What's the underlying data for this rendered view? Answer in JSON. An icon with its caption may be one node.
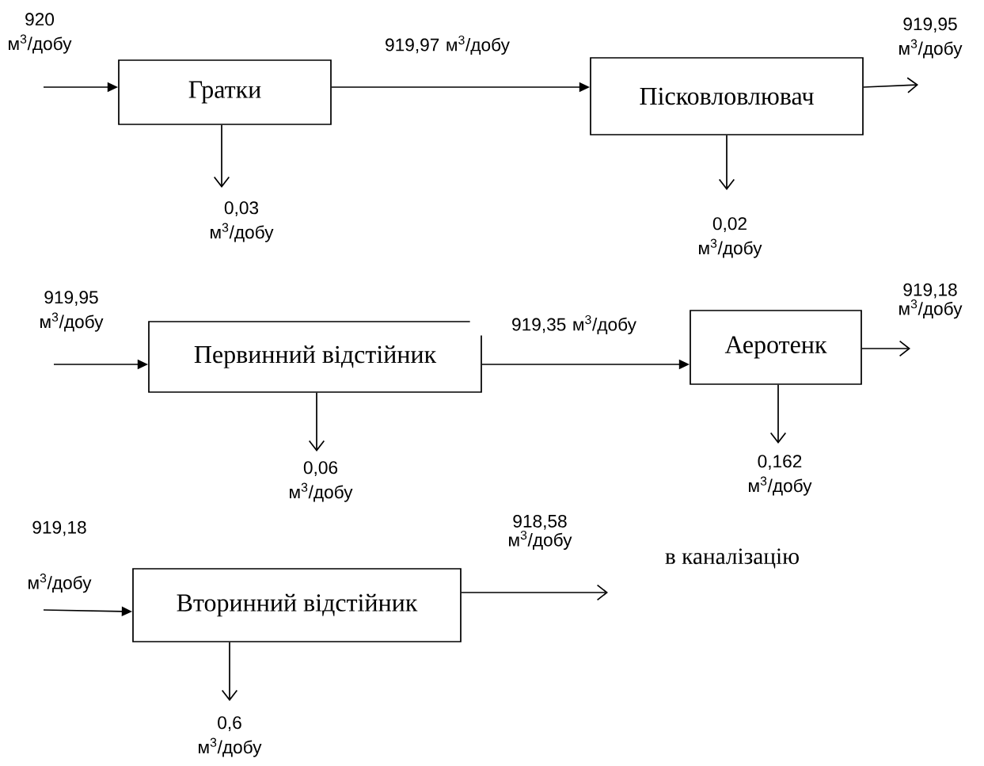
{
  "diagram": {
    "nodes": [
      {
        "text": [
          "Гратки"
        ]
      },
      {
        "text": [
          "Пісковловлювач"
        ]
      },
      {
        "text": [
          "Первинний відстійник"
        ]
      },
      {
        "text": [
          "Аеротенк"
        ]
      },
      {
        "text": [
          "Вторинний відстійник"
        ]
      }
    ],
    "edges": [
      {
        "from": null,
        "to": 0,
        "arrow": "to",
        "label": "920 м$^{3}$/добу"
      },
      {
        "from": 0,
        "to": 1,
        "arrow": "to",
        "label": "919,97 м$^{3}$/добу"
      },
      {
        "from": 0,
        "to": null,
        "arrow": "to",
        "label": "0,03 м$^{3}$/добу"
      },
      {
        "from": 1,
        "to": null,
        "arrow": "to",
        "label": "919,95 м$^{3}$/добу"
      },
      {
        "from": 1,
        "to": null,
        "arrow": "to",
        "label": "0,02 м$^{3}$/добу"
      },
      {
        "from": null,
        "to": 2,
        "arrow": "to",
        "label": "919,95 м$^{3}$/добу"
      },
      {
        "from": 2,
        "to": 3,
        "arrow": "to",
        "label": "919,35 м$^{3}$/добу"
      },
      {
        "from": 2,
        "to": null,
        "arrow": "to",
        "label": "0,06 м$^{3}$/добу"
      },
      {
        "from": 3,
        "to": null,
        "arrow": "to",
        "label": "919,18 м$^{3}$/добу"
      },
      {
        "from": 3,
        "to": null,
        "arrow": "to",
        "label": "0,162 м$^{3}$/добу"
      },
      {
        "from": null,
        "to": 4,
        "arrow": "to",
        "label": "919,18 м$^{3}$/добу"
      },
      {
        "from": 4,
        "to": null,
        "arrow": "to",
        "label": "918,58 м$^{3}$/добу"
      },
      {
        "from": 4,
        "to": null,
        "arrow": "to",
        "label": "0,6 м$^{3}$/добу"
      }
    ],
    "labels": [
      "в каналізацію"
    ]
  }
}
